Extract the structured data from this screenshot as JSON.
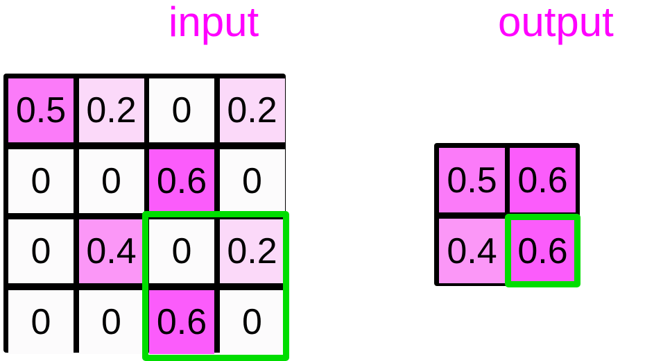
{
  "titles": {
    "input": "input",
    "output": "output",
    "color": "#ff00ff"
  },
  "palette": {
    "grid_border": "#000000",
    "highlight": "#00dd00",
    "value_colors": {
      "0": "#fcfbfc",
      "0.2": "#fbd9f9",
      "0.4": "#fb97f7",
      "0.5": "#fb7bf9",
      "0.6": "#fb5cfb"
    }
  },
  "input_grid": {
    "rows": 4,
    "cols": 4,
    "cells": [
      [
        "0.5",
        "0.2",
        "0",
        "0.2"
      ],
      [
        "0",
        "0",
        "0.6",
        "0"
      ],
      [
        "0",
        "0.4",
        "0",
        "0.2"
      ],
      [
        "0",
        "0",
        "0.6",
        "0"
      ]
    ],
    "selection": {
      "label": "pooling-window",
      "row_start": 2,
      "row_end": 3,
      "col_start": 2,
      "col_end": 3
    }
  },
  "output_grid": {
    "rows": 2,
    "cols": 2,
    "cells": [
      [
        "0.5",
        "0.6"
      ],
      [
        "0.4",
        "0.6"
      ]
    ],
    "selection": {
      "label": "result-cell",
      "row": 1,
      "col": 1,
      "value": "0.6"
    }
  }
}
